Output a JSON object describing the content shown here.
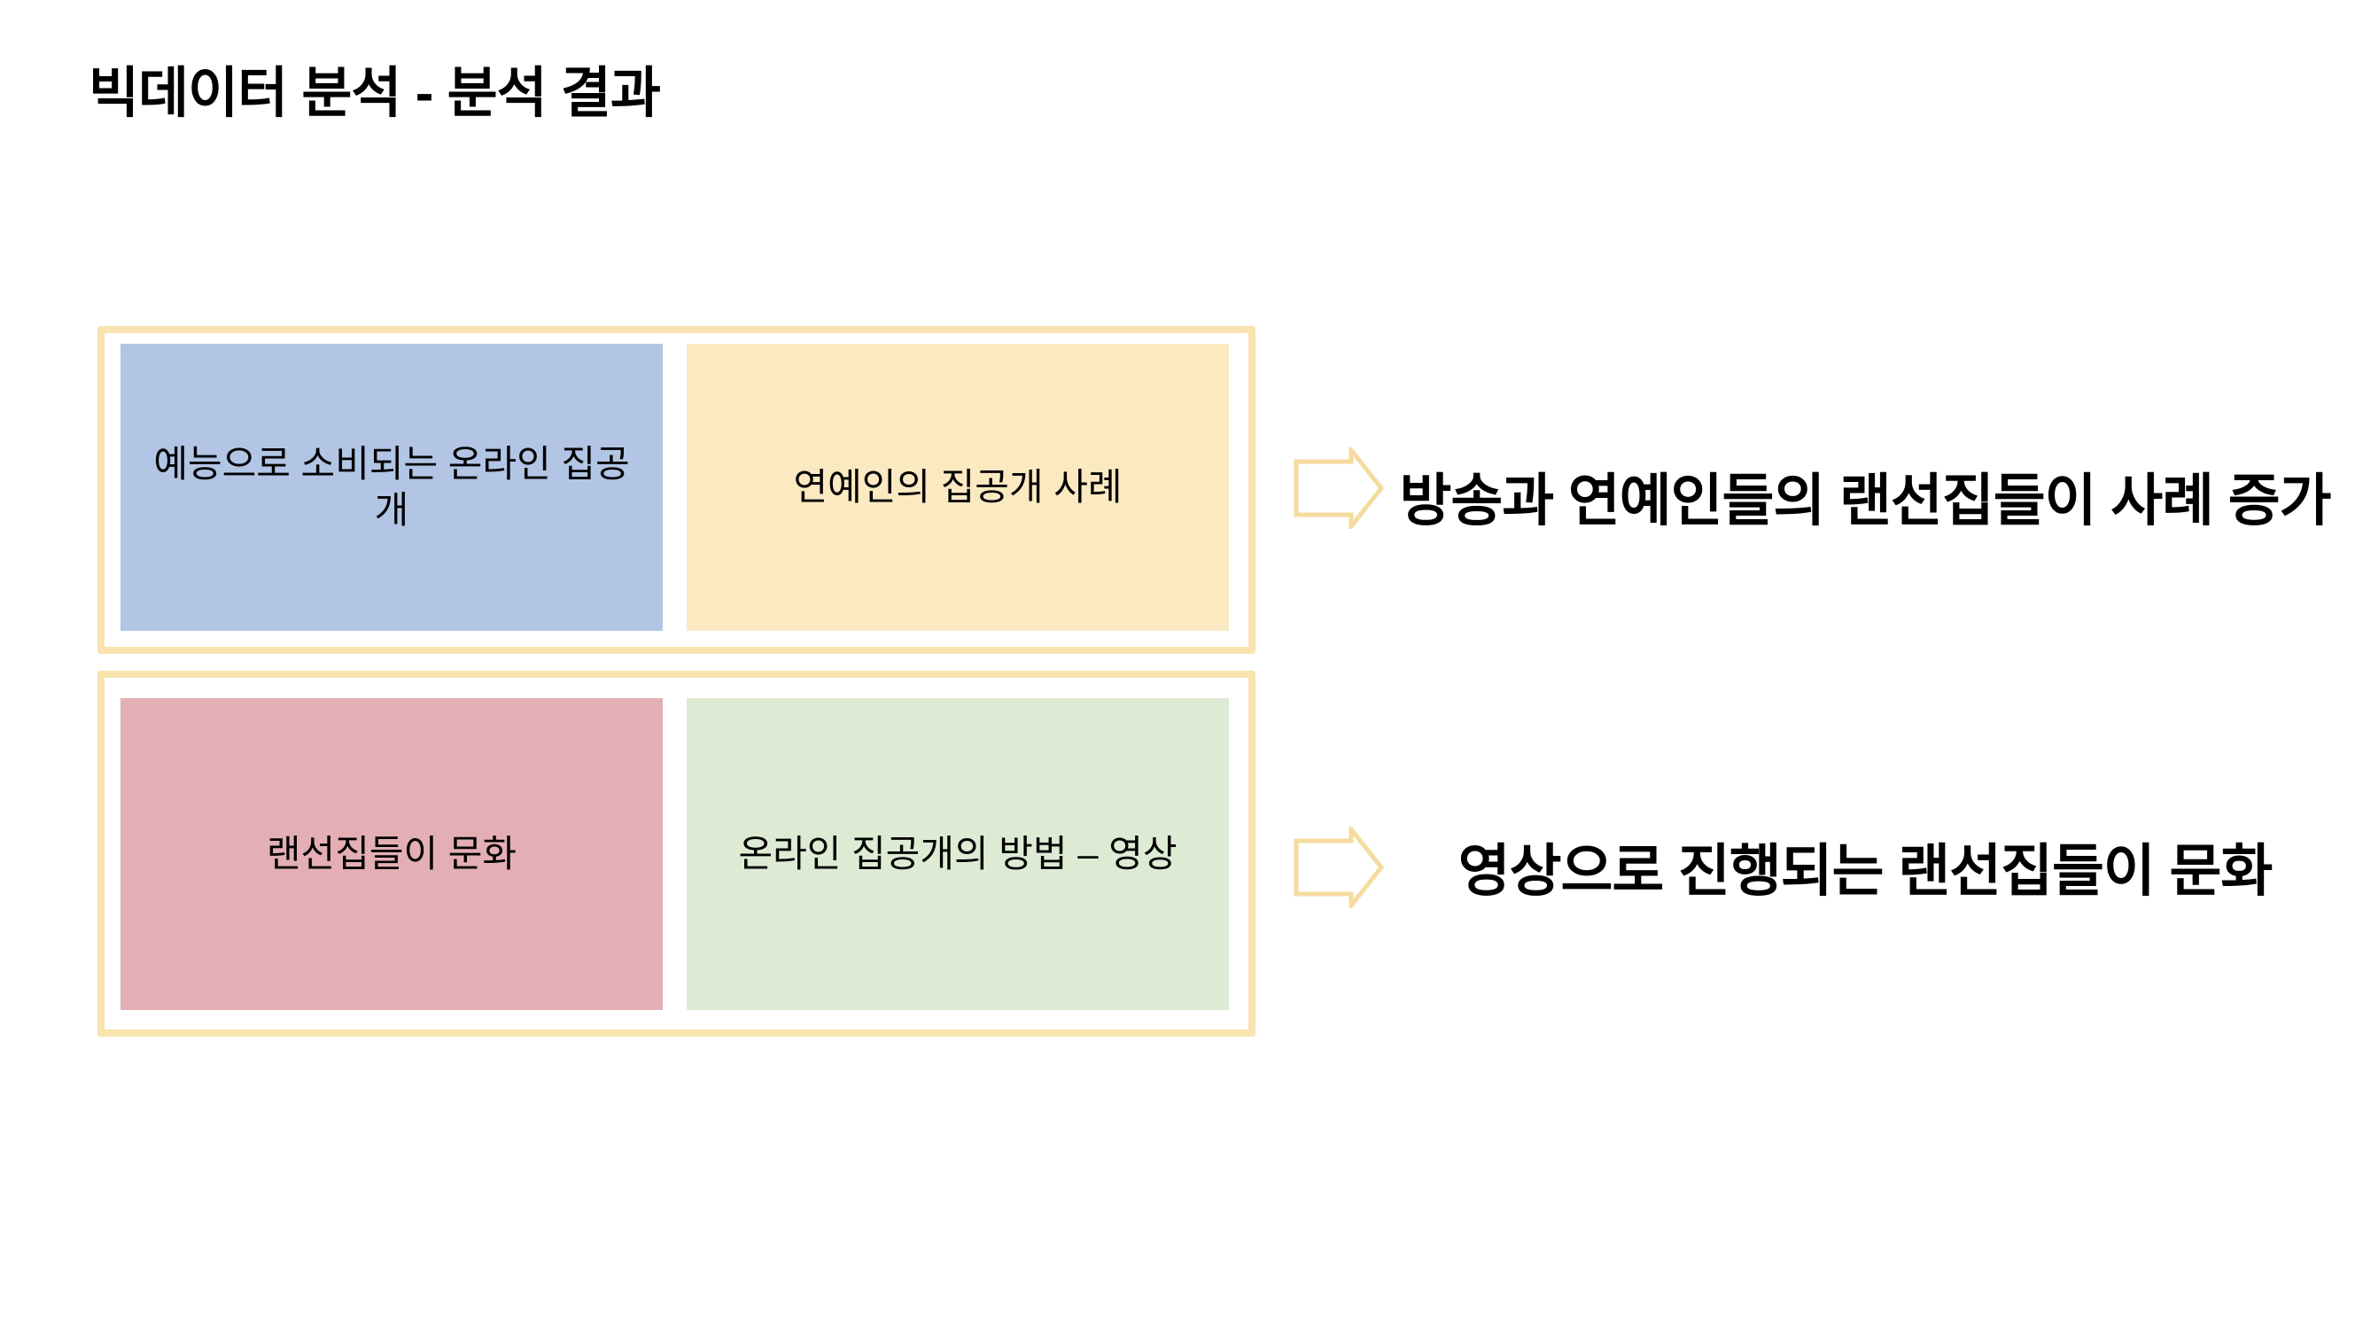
{
  "slide": {
    "title": "빅데이터 분석 - 분석 결과"
  },
  "colors": {
    "frame_border": "#F9E4AF",
    "arrow": "#F5DB9E",
    "text": "#000000",
    "background": "#FFFFFF"
  },
  "rows": [
    {
      "boxes": [
        {
          "label": "예능으로 소비되는 온라인 집공개",
          "bg": "#B2C5E5"
        },
        {
          "label": "연예인의 집공개 사례",
          "bg": "#FBE9C2"
        }
      ],
      "arrow_icon": "right-block-arrow",
      "result": "방송과 연예인들의 랜선집들이 사례 증가"
    },
    {
      "boxes": [
        {
          "label": "랜선집들이 문화",
          "bg": "#E3AFB4"
        },
        {
          "label": "온라인 집공개의 방법 – 영상",
          "bg": "#DDEBD4"
        }
      ],
      "arrow_icon": "right-block-arrow",
      "result": "영상으로 진행되는 랜선집들이 문화"
    }
  ]
}
